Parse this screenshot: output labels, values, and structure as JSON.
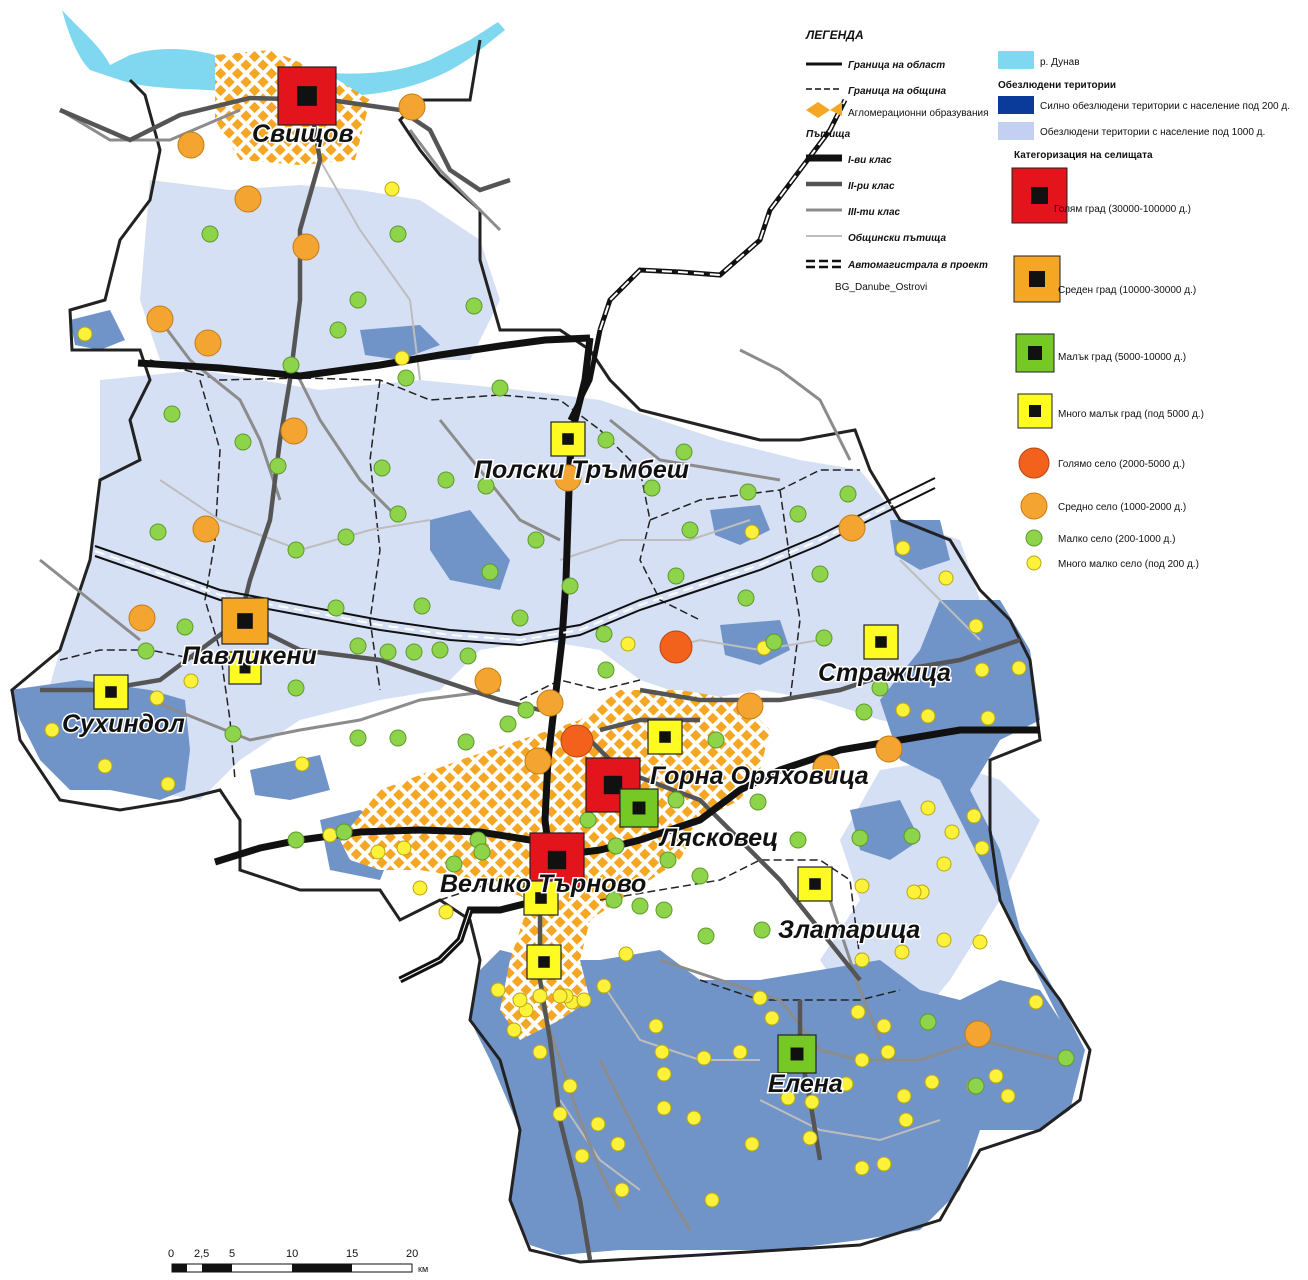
{
  "legend": {
    "title": "ЛЕГЕНДА",
    "region_border": "Граница на област",
    "municipality_border": "Граница на община",
    "agglomeration": "Агломерационни образувания",
    "roads_title": "Пътища",
    "road_1": "I-ви клас",
    "road_2": "II-ри клас",
    "road_3": "III-ти клас",
    "road_municipal": "Общински пътища",
    "motorway": "Автомагистрала в проект",
    "source_layer": "BG_Danube_Ostrovi",
    "danube": "р. Дунав",
    "depopulated_title": "Обезлюдени територии",
    "strong_depop": "Силно обезлюдени територии с население под 200 д.",
    "depop": "Обезлюдени територии с население под 1000 д.",
    "categorization_title": "Категоризация на селищата",
    "cat_large_city": "Голям град (30000-100000 д.)",
    "cat_medium_city": "Среден град (10000-30000 д.)",
    "cat_small_city": "Малък град (5000-10000 д.)",
    "cat_very_small_city": "Много малък град (под 5000 д.)",
    "cat_large_village": "Голямо село (2000-5000 д.)",
    "cat_medium_village": "Средно село (1000-2000 д.)",
    "cat_small_village": "Малко село (200-1000 д.)",
    "cat_very_small_village": "Много малко село (под 200 д.)"
  },
  "colors": {
    "danube": "#7fd8f0",
    "strong_depop": "#7194c8",
    "depop": "#d6e0f5",
    "large_city": "#e3141b",
    "medium_city": "#f5a623",
    "small_city": "#76c925",
    "very_small_city": "#fdfb22",
    "large_village": "#f2621d",
    "medium_village": "#f4a431",
    "small_village": "#8ed44a",
    "very_small_village": "#fdf13a",
    "agglomeration": "#f5a623"
  },
  "towns": {
    "svishtov": "Свищов",
    "polski_trambesh": "Полски Тръмбеш",
    "pavlikeni": "Павликени",
    "suhindol": "Сухиндол",
    "strazhitsa": "Стражица",
    "gorna_oryahovitsa": "Горна Оряховица",
    "lyaskovets": "Лясковец",
    "veliko_tarnovo": "Велико Търново",
    "zlataritsa": "Златарица",
    "elena": "Елена"
  },
  "scale": {
    "ticks": [
      "0",
      "2,5",
      "5",
      "10",
      "15",
      "20"
    ],
    "unit": "км"
  }
}
